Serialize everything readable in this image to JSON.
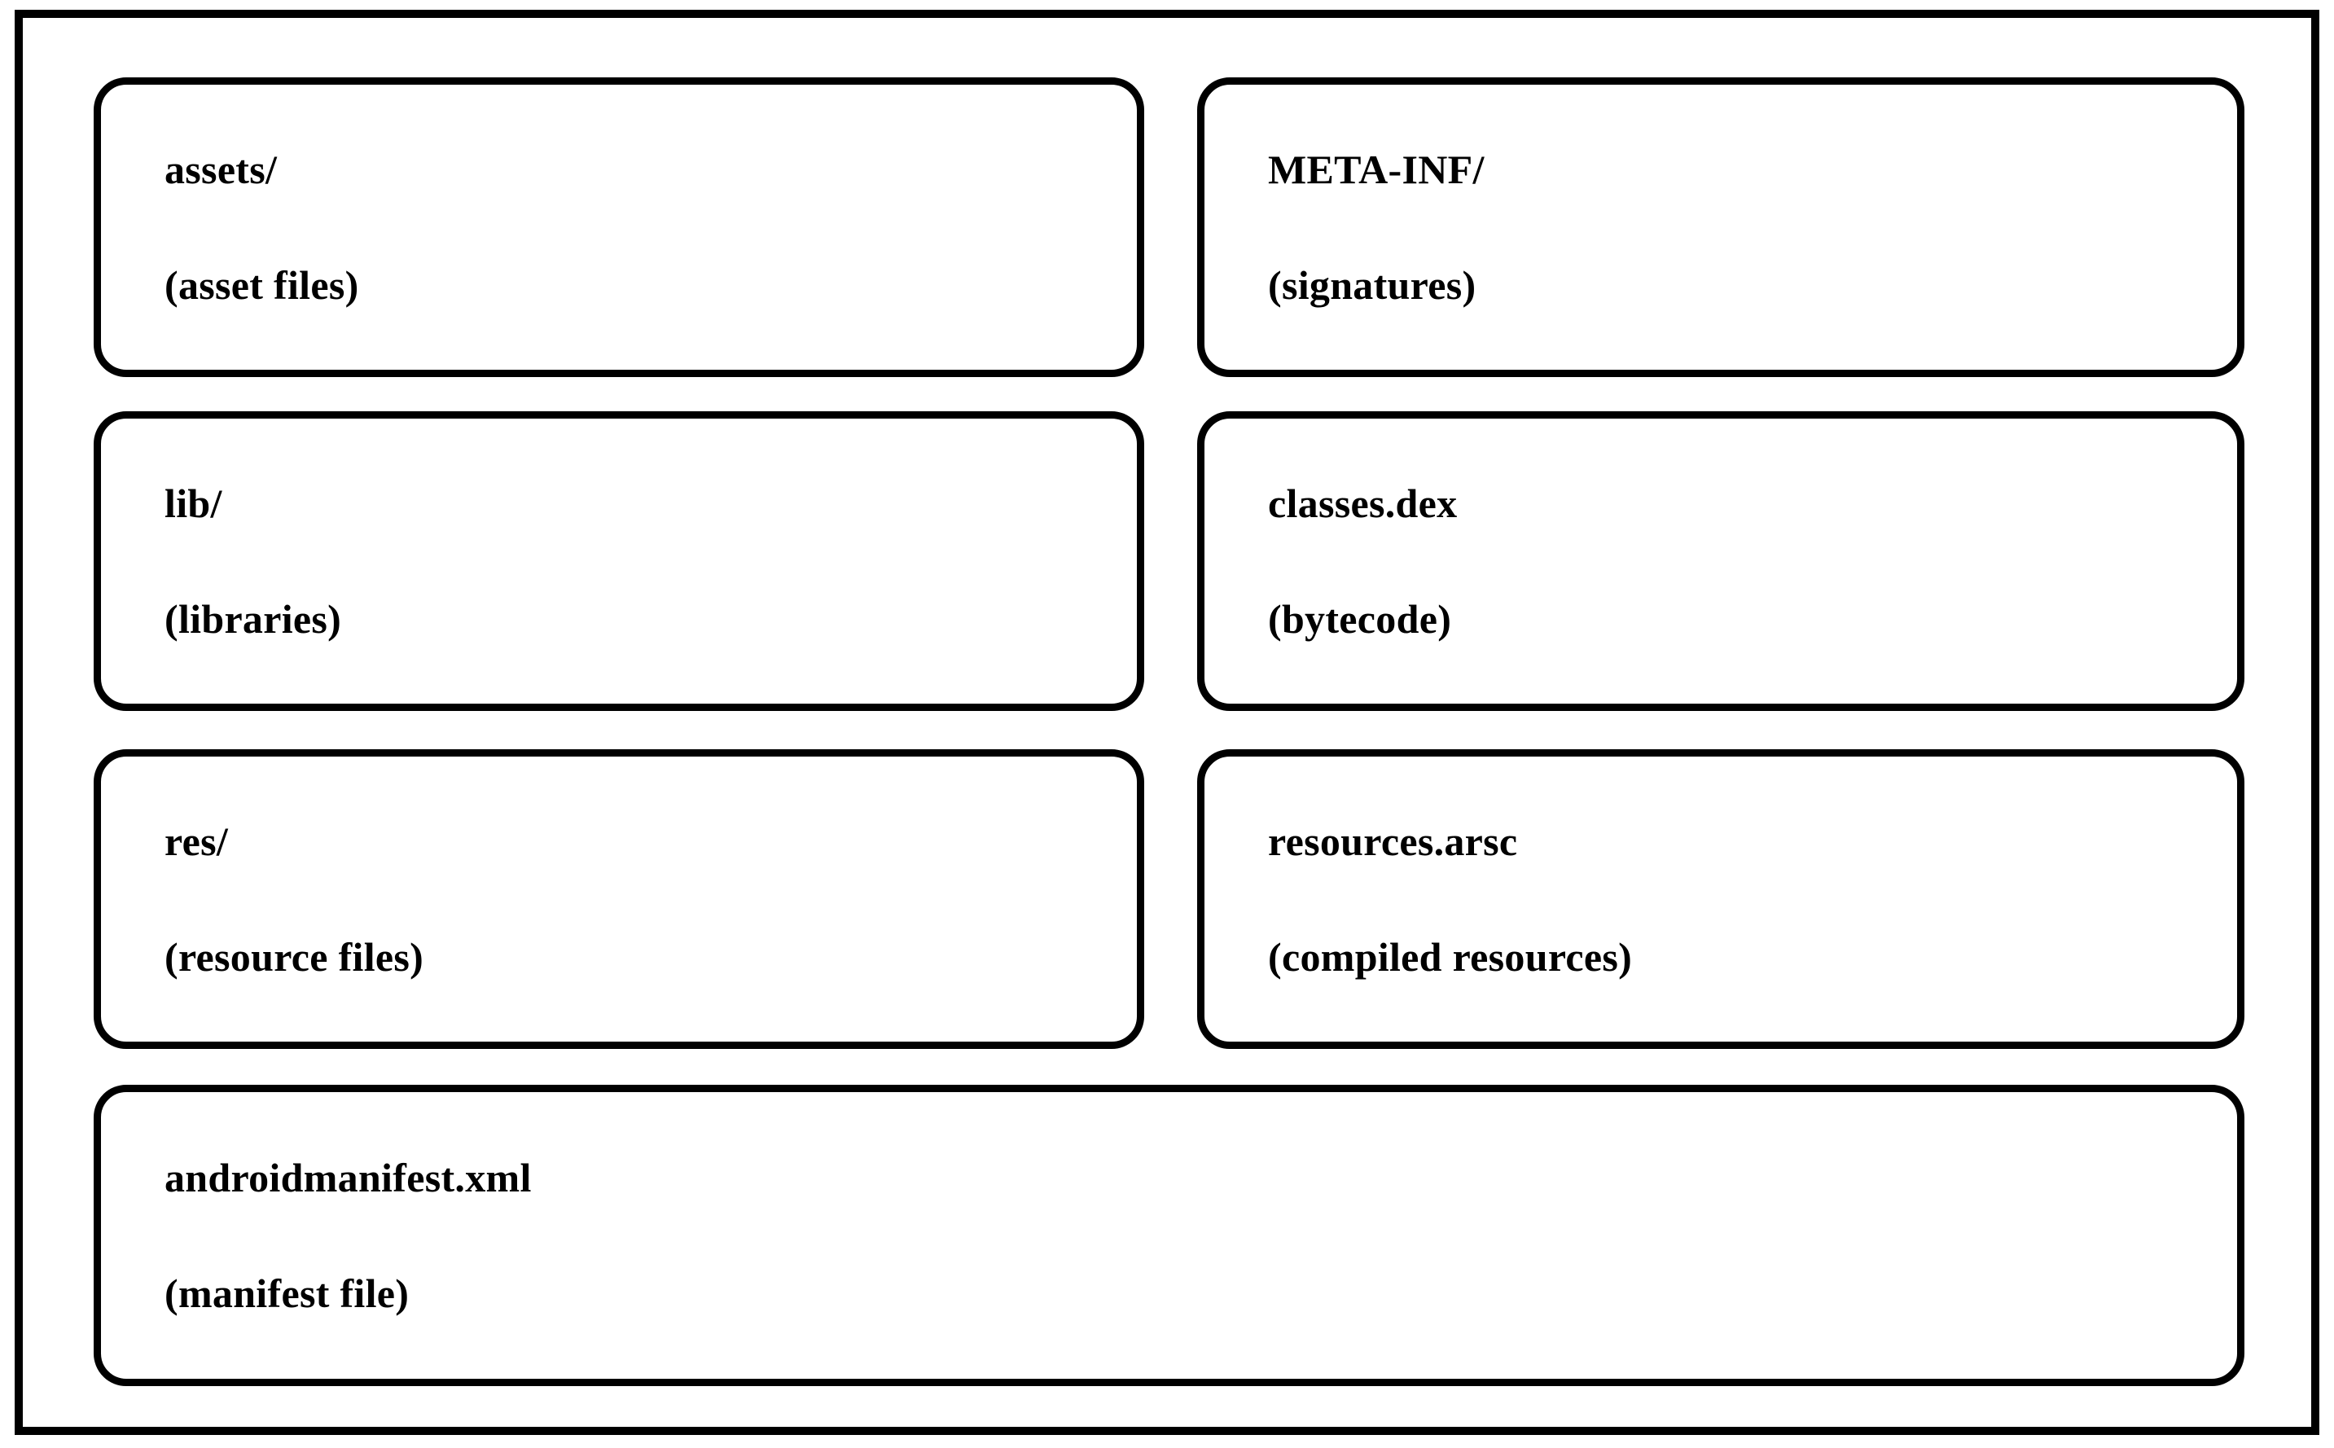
{
  "diagram": {
    "kind": "apk-structure-boxes",
    "border_color": "#000000",
    "background_color": "#ffffff",
    "nodes": [
      {
        "id": "assets",
        "title": "assets/",
        "subtitle": "(asset files)",
        "column": "left",
        "row": 1
      },
      {
        "id": "meta-inf",
        "title": "META-INF/",
        "subtitle": "(signatures)",
        "column": "right",
        "row": 1
      },
      {
        "id": "lib",
        "title": "lib/",
        "subtitle": "(libraries)",
        "column": "left",
        "row": 2
      },
      {
        "id": "classes-dex",
        "title": "classes.dex",
        "subtitle": "(bytecode)",
        "column": "right",
        "row": 2
      },
      {
        "id": "res",
        "title": "res/",
        "subtitle": "(resource files)",
        "column": "left",
        "row": 3
      },
      {
        "id": "resources-arsc",
        "title": "resources.arsc",
        "subtitle": "(compiled resources)",
        "column": "right",
        "row": 3
      },
      {
        "id": "androidmanifest",
        "title": "androidmanifest.xml",
        "subtitle": "(manifest file)",
        "column": "full",
        "row": 4
      }
    ]
  }
}
